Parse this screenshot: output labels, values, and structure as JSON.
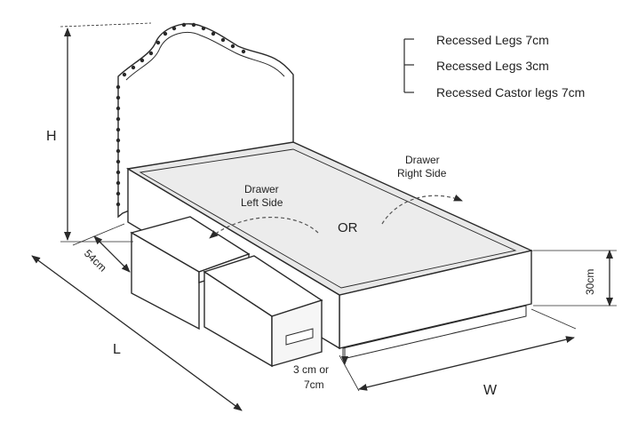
{
  "legend": {
    "options": [
      "Recessed Legs 7cm",
      "Recessed Legs 3cm",
      "Recessed Castor legs 7cm"
    ]
  },
  "dimensions": {
    "height": "H",
    "length": "L",
    "width": "W",
    "drawer_depth": "54cm",
    "base_height": "30cm",
    "leg_height_line1": "3 cm or",
    "leg_height_line2": "7cm"
  },
  "drawers": {
    "left_line1": "Drawer",
    "left_line2": "Left Side",
    "right_line1": "Drawer",
    "right_line2": "Right Side",
    "or_label": "OR"
  },
  "colors": {
    "line": "#2a2a2a",
    "mattress_fill": "#e8e8e8",
    "text": "#222222"
  }
}
